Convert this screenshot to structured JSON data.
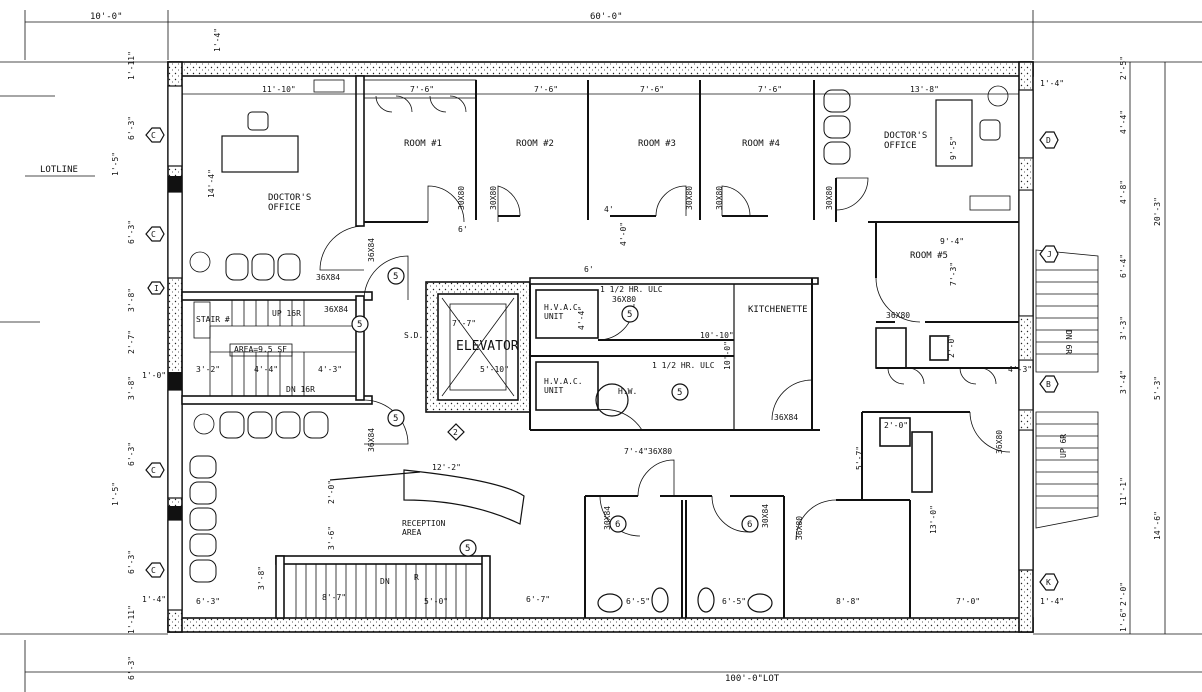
{
  "plan": {
    "title_lot_width": "100'-0\"LOT",
    "lotline_label": "LOTLINE",
    "top_dims": [
      "10'-0\"",
      "60'-0\""
    ],
    "rooms": {
      "doctors_office_left": "DOCTOR'S\nOFFICE",
      "doctors_office_right": "DOCTOR'S\nOFFICE",
      "room1": "ROOM #1",
      "room2": "ROOM #2",
      "room3": "ROOM #3",
      "room4": "ROOM #4",
      "room5": "ROOM #5",
      "kitchenette": "KITCHENETTE",
      "elevator": "ELEVATOR",
      "hvac1": "H.V.A.C.\nUNIT",
      "hvac2": "H.V.A.C.\nUNIT",
      "reception": "RECEPTION\nAREA",
      "stair": "STAIR #",
      "area_label": "AREA=9.5 SF",
      "hw": "H.W.",
      "sd": "S.D.",
      "hr1": "1 1/2 HR. ULC",
      "hr2": "1 1/2 HR. ULC"
    },
    "stair_labels": {
      "up16": "UP 16R",
      "dn16": "DN 16R",
      "dn": "DN",
      "up6r": "UP 6R",
      "dn6r": "DN 6R",
      "r": "R"
    },
    "door_tags": [
      "36X84",
      "36X84",
      "36X84",
      "36X84",
      "36X80",
      "36X80",
      "36X80",
      "36X80",
      "36X84",
      "30X80",
      "30X80",
      "30X80",
      "30X80",
      "30X80",
      "30X84",
      "30X84",
      "36X80"
    ],
    "section_markers": [
      "C",
      "C",
      "C",
      "C",
      "D",
      "J",
      "B",
      "K",
      "I",
      "2",
      "5",
      "5",
      "5",
      "5",
      "5",
      "5",
      "6",
      "6"
    ],
    "dims": {
      "d1": "11'-10\"",
      "d2": "7'-6\"",
      "d3": "7'-6\"",
      "d4": "7'-6\"",
      "d5": "7'-6\"",
      "d6": "13'-8\"",
      "d7": "14'-4\"",
      "d8": "9'-5\"",
      "d9": "6'",
      "d10": "4'",
      "d11": "4'-0\"",
      "d12": "9'-4\"",
      "d13": "7'-3\"",
      "d14": "6'",
      "d15": "10'-10\"",
      "d16": "10'-0\"",
      "d17": "4'-4\"",
      "d18": "5'-10\"",
      "d19": "7'-7\"",
      "d20": "3'-2\"",
      "d21": "4'-4\"",
      "d22": "4'-3\"",
      "d23": "12'-2\"",
      "d24": "7'-4\"",
      "d25": "6'-3\"",
      "d26": "8'-7\"",
      "d27": "5'-0\"",
      "d28": "6'-7\"",
      "d29": "6'-5\"",
      "d30": "6'-5\"",
      "d31": "8'-8\"",
      "d32": "7'-0\"",
      "d33": "1'-4\"",
      "d34": "1'-4\"",
      "d35": "2'-5\"",
      "d36": "4'-4\"",
      "d37": "4'-8\"",
      "d38": "20'-3\"",
      "d39": "6'-4\"",
      "d40": "3'-3\"",
      "d41": "3'-4\"",
      "d42": "5'-3\"",
      "d43": "11'-1\"",
      "d44": "14'-6\"",
      "d45": "2'-0\"",
      "d46": "1'-6\"",
      "d47": "1'-11\"",
      "d48": "6'-3\"",
      "d49": "1'-5\"",
      "d50": "6'-3\"",
      "d51": "3'-8\"",
      "d52": "2'-7\"",
      "d53": "1'-0\"",
      "d54": "3'-8\"",
      "d55": "6'-3\"",
      "d56": "1'-5\"",
      "d57": "6'-3\"",
      "d58": "1'-4\"",
      "d59": "1'-11\"",
      "d60": "1'-4\"",
      "d61": "13'-0\"",
      "d62": "2'-0\"",
      "d63": "5'-7\"",
      "d64": "4'-3\"",
      "d65": "2'-0\"",
      "d66": "3'-6\"",
      "d67": "2'-0\"",
      "d68": "3'-8\"",
      "d69": "6'-3\""
    }
  }
}
